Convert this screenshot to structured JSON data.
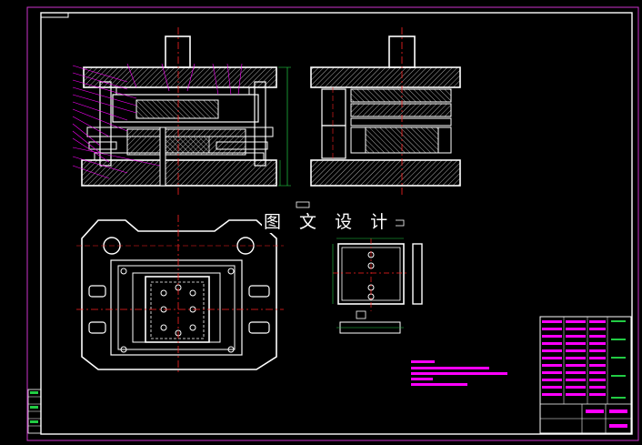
{
  "watermark": {
    "text": "图 文 设 计"
  },
  "colors": {
    "background": "#000000",
    "outline": "#ffffff",
    "frame": "#cc33cc",
    "centerline": "#ff2222",
    "dimension": "#22cc44",
    "annotation": "#ff00ff",
    "hatch": "#ffffff"
  },
  "views": [
    {
      "id": "front-section",
      "kind": "sectioned-die-assembly"
    },
    {
      "id": "side-section",
      "kind": "sectioned-die-assembly"
    },
    {
      "id": "plan-view",
      "kind": "top-view"
    },
    {
      "id": "part-detail",
      "kind": "detail-view"
    },
    {
      "id": "title-block",
      "kind": "title-block"
    },
    {
      "id": "revision-block",
      "kind": "revision-strip"
    }
  ]
}
